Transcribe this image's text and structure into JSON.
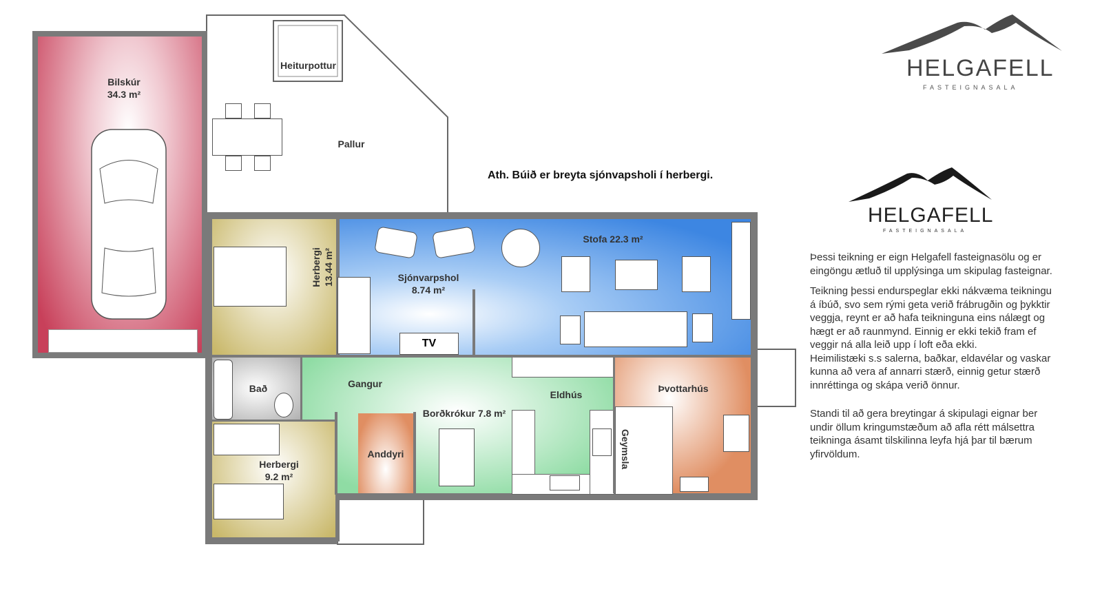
{
  "note": "Ath. Búið er breyta sjónvapsholi í herbergi.",
  "rooms": {
    "bilskur": {
      "name": "Bilskúr",
      "area": "34.3 m²"
    },
    "heiturpottur": {
      "name": "Heiturpottur"
    },
    "pallur": {
      "name": "Pallur"
    },
    "herbergi1": {
      "name": "Herbergi",
      "area": "13.44 m²"
    },
    "sjonvarpshol": {
      "name": "Sjónvarpshol",
      "area": "8.74 m²"
    },
    "stofa": {
      "name": "Stofa 22.3 m²"
    },
    "tv": "TV",
    "bad": {
      "name": "Bað"
    },
    "gangur": {
      "name": "Gangur"
    },
    "eldhus": {
      "name": "Eldhús"
    },
    "bordkrokur": {
      "name": "Borðkrókur 7.8 m²"
    },
    "thvottahus": {
      "name": "Þvottarhús"
    },
    "geymsla": {
      "name": "Geymsla"
    },
    "anddyri": {
      "name": "Anddyri"
    },
    "herbergi2": {
      "name": "Herbergi",
      "area": "9.2 m²"
    }
  },
  "logo": {
    "name": "HELGAFELL",
    "tagline": "FASTEIGNASALA"
  },
  "description": [
    "Þessi teikning er eign Helgafell fasteignasölu og er eingöngu ætluð til upplýsinga um skipulag fasteignar.",
    "Teikning þessi endurspeglar ekki nákvæma teikningu á íbúð, svo sem rými geta verið frábrugðin og þykktir veggja, reynt er að hafa teikninguna eins nálægt og hægt er að raunmynd. Einnig er ekki tekið fram ef veggir ná alla leið upp í loft eða ekki.\nHeimilistæki s.s salerna, baðkar, eldavélar og vaskar kunna að vera af annarri stærð, einnig getur stærð innréttinga og skápa verið önnur.",
    "Standi til að gera breytingar á skipulagi eignar ber undir öllum kringumstæðum að afla rétt málsettra teikninga ásamt tilskilinna leyfa hjá þar til bærum yfirvöldum."
  ],
  "colors": {
    "garage": "#c8405a",
    "bedroom": "#c9b86a",
    "living": "#3d86e2",
    "hall": "#8fdca4",
    "utility": "#e08e62",
    "bath": "#a8a8a8",
    "wall": "#7a7a7a"
  }
}
